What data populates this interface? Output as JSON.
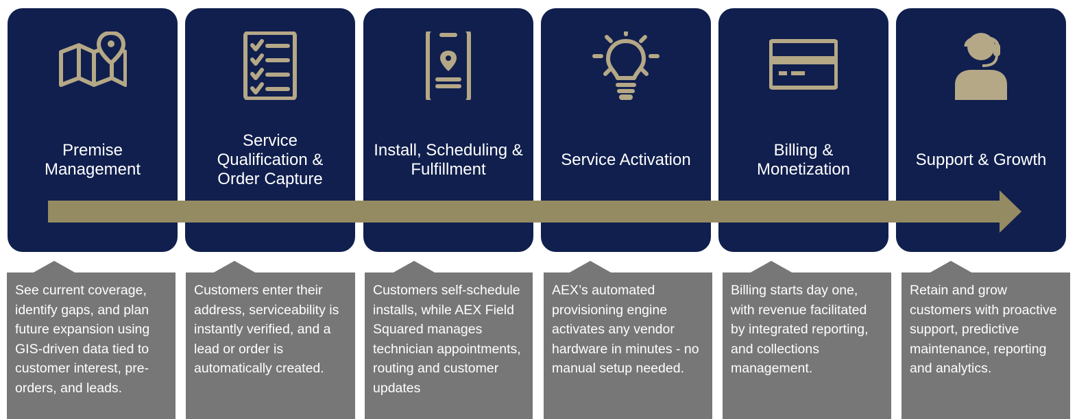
{
  "colors": {
    "card_background": "#101f4d",
    "accent_gold": "#b5a887",
    "arrow": "#958b63",
    "description_background": "#777777",
    "text": "#ffffff"
  },
  "stages": [
    {
      "title": "Premise\nManagement",
      "icon": "map-pin-icon",
      "description": "See current coverage, identify gaps, and plan future expansion using GIS-driven data tied to customer interest, pre-orders, and leads."
    },
    {
      "title": "Service\nQualification &\nOrder Capture",
      "icon": "checklist-icon",
      "description": "Customers enter their address, serviceability is instantly verified, and a lead or order is automatically created."
    },
    {
      "title": "Install, Scheduling &\nFulfillment",
      "icon": "mobile-location-icon",
      "description": "Customers self-schedule installs, while AEX Field Squared manages technician appointments, routing and customer updates"
    },
    {
      "title": "Service Activation",
      "icon": "lightbulb-icon",
      "description": "AEX’s automated provisioning engine activates any vendor hardware in minutes - no manual setup needed."
    },
    {
      "title": "Billing &\nMonetization",
      "icon": "credit-card-icon",
      "description": "Billing starts day one, with revenue facilitated by integrated reporting, and collections management."
    },
    {
      "title": "Support & Growth",
      "icon": "support-agent-icon",
      "description": "Retain and grow customers with proactive support, predictive maintenance, reporting and analytics."
    }
  ]
}
